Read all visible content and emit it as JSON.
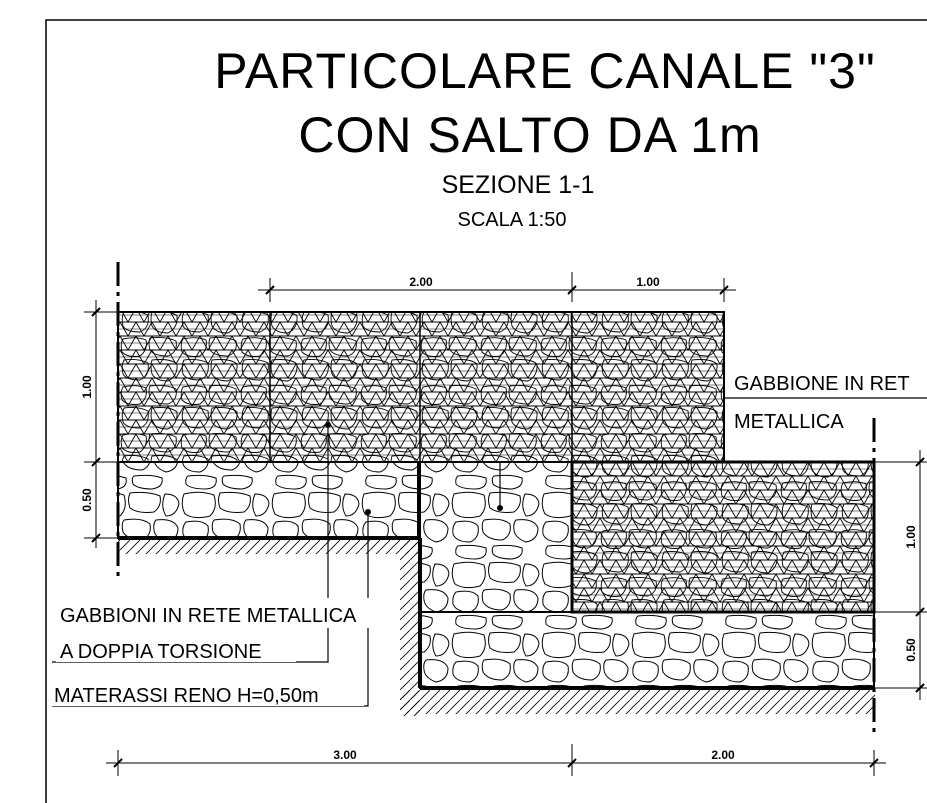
{
  "title": {
    "line1": "PARTICOLARE CANALE \"3\"",
    "line2": "CON SALTO DA 1m",
    "section": "SEZIONE 1-1",
    "scale": "SCALA 1:50"
  },
  "dimensions": {
    "top_left": "2.00",
    "top_right": "1.00",
    "left_upper": "1.00",
    "left_lower": "0.50",
    "right_upper": "1.00",
    "right_lower": "0.50",
    "bottom_left": "3.00",
    "bottom_right": "2.00"
  },
  "labels": {
    "gabbione_line1": "GABBIONE IN RET",
    "gabbione_line2": "METALLICA",
    "gabbioni_line1": "GABBIONI IN RETE METALLICA",
    "gabbioni_line2": "A DOPPIA TORSIONE",
    "materassi": "MATERASSI RENO H=0,50m"
  },
  "legend": {
    "gabion_pattern": "triangular-mesh-with-stones",
    "mattress_pattern": "stone-fill"
  }
}
